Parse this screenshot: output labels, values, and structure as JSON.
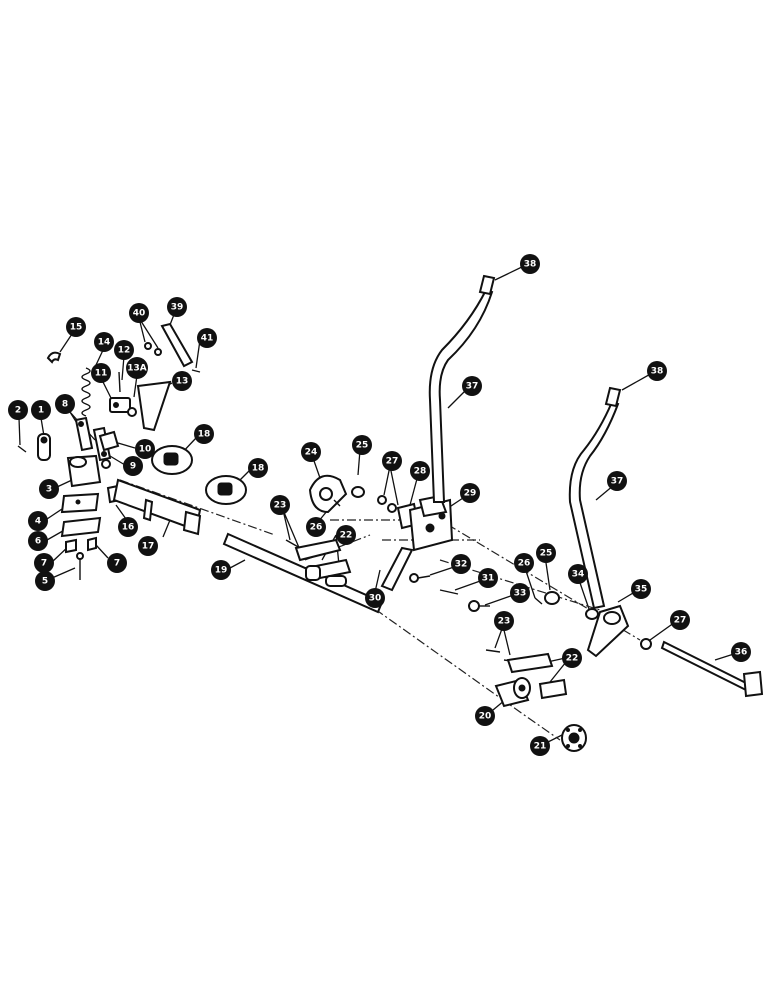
{
  "callouts": [
    {
      "id": "c1",
      "label": "1"
    },
    {
      "id": "c2",
      "label": "2"
    },
    {
      "id": "c3",
      "label": "3"
    },
    {
      "id": "c4",
      "label": "4"
    },
    {
      "id": "c5",
      "label": "5"
    },
    {
      "id": "c6",
      "label": "6"
    },
    {
      "id": "c7a",
      "label": "7"
    },
    {
      "id": "c7b",
      "label": "7"
    },
    {
      "id": "c8",
      "label": "8"
    },
    {
      "id": "c9",
      "label": "9"
    },
    {
      "id": "c10",
      "label": "10"
    },
    {
      "id": "c11",
      "label": "11"
    },
    {
      "id": "c12",
      "label": "12"
    },
    {
      "id": "c13",
      "label": "13"
    },
    {
      "id": "c13a",
      "label": "13A"
    },
    {
      "id": "c14",
      "label": "14"
    },
    {
      "id": "c15",
      "label": "15"
    },
    {
      "id": "c16",
      "label": "16"
    },
    {
      "id": "c17",
      "label": "17"
    },
    {
      "id": "c18a",
      "label": "18"
    },
    {
      "id": "c18b",
      "label": "18"
    },
    {
      "id": "c19",
      "label": "19"
    },
    {
      "id": "c20",
      "label": "20"
    },
    {
      "id": "c21",
      "label": "21"
    },
    {
      "id": "c22a",
      "label": "22"
    },
    {
      "id": "c22b",
      "label": "22"
    },
    {
      "id": "c23a",
      "label": "23"
    },
    {
      "id": "c23b",
      "label": "23"
    },
    {
      "id": "c24",
      "label": "24"
    },
    {
      "id": "c25a",
      "label": "25"
    },
    {
      "id": "c25b",
      "label": "25"
    },
    {
      "id": "c26a",
      "label": "26"
    },
    {
      "id": "c26b",
      "label": "26"
    },
    {
      "id": "c27a",
      "label": "27"
    },
    {
      "id": "c27b",
      "label": "27"
    },
    {
      "id": "c28",
      "label": "28"
    },
    {
      "id": "c29",
      "label": "29"
    },
    {
      "id": "c30",
      "label": "30"
    },
    {
      "id": "c31",
      "label": "31"
    },
    {
      "id": "c32",
      "label": "32"
    },
    {
      "id": "c33",
      "label": "33"
    },
    {
      "id": "c34",
      "label": "34"
    },
    {
      "id": "c35",
      "label": "35"
    },
    {
      "id": "c36",
      "label": "36"
    },
    {
      "id": "c37a",
      "label": "37"
    },
    {
      "id": "c37b",
      "label": "37"
    },
    {
      "id": "c38a",
      "label": "38"
    },
    {
      "id": "c38b",
      "label": "38"
    },
    {
      "id": "c39",
      "label": "39"
    },
    {
      "id": "c40",
      "label": "40"
    },
    {
      "id": "c41",
      "label": "41"
    }
  ]
}
